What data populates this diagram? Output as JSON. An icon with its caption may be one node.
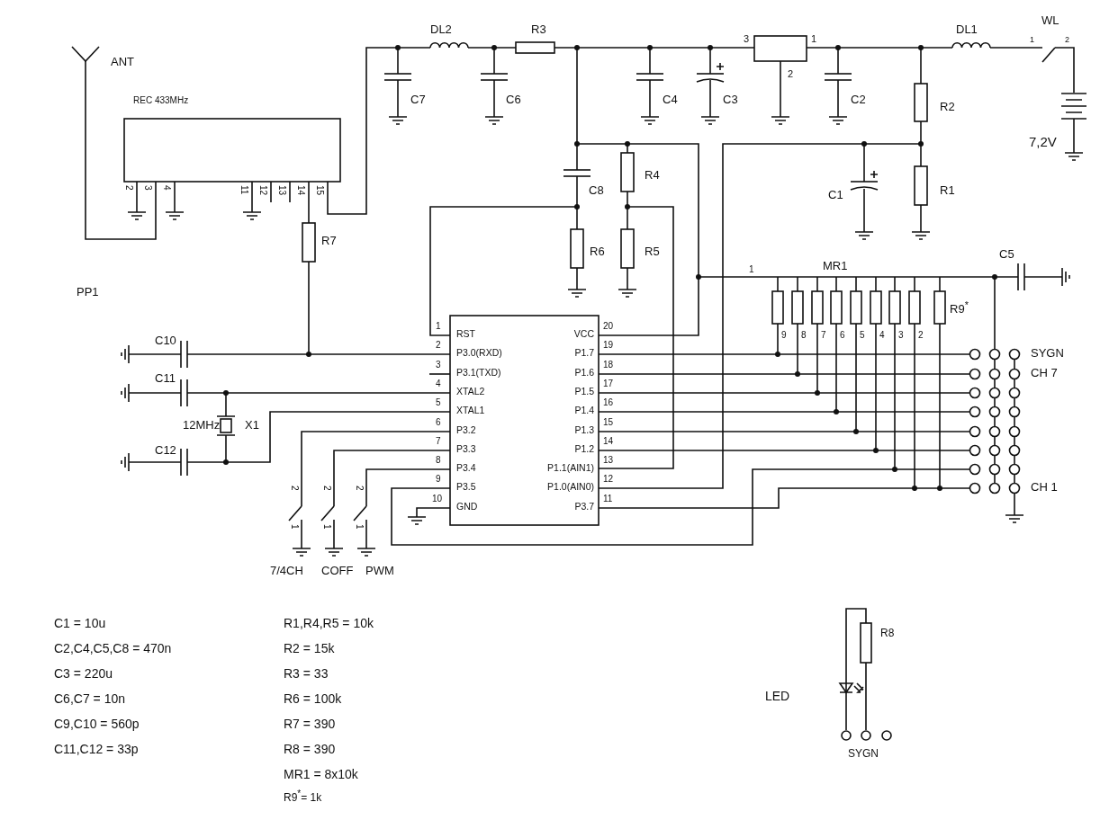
{
  "diagram": {
    "labels": [
      "ANT",
      "DL2",
      "R3",
      "3",
      "1",
      "DL1",
      "WL",
      "1",
      "2",
      "REC 433MHz",
      "C7",
      "C6",
      "C4",
      "C3",
      "2",
      "C2",
      "R2",
      "7,2V",
      "2",
      "3",
      "4",
      "11",
      "12",
      "13",
      "14",
      "15",
      "C8",
      "R4",
      "C1",
      "R1",
      "R7",
      "R6",
      "R5",
      "PP1",
      "1",
      "MR1",
      "C5",
      "R9$^{*}$",
      "1",
      "RST",
      "VCC",
      "20",
      "9",
      "8",
      "7",
      "6",
      "5",
      "4",
      "3",
      "2",
      "C10",
      "2",
      "P3.0(RXD)",
      "P1.7",
      "19",
      "SYGN",
      "3",
      "P3.1(TXD)",
      "P1.6",
      "18",
      "CH 7",
      "C11",
      "4",
      "XTAL2",
      "P1.5",
      "17",
      "5",
      "XTAL1",
      "P1.4",
      "16",
      "12MHz",
      "X1",
      "6",
      "P3.2",
      "P1.3",
      "15",
      "C12",
      "7",
      "P3.3",
      "P1.2",
      "14",
      "8",
      "P3.4",
      "P1.1(AIN1)",
      "13",
      "9",
      "P3.5",
      "P1.0(AIN0)",
      "12",
      "CH 1",
      "10",
      "GND",
      "P3.7",
      "11",
      "2",
      "2",
      "2",
      "1",
      "1",
      "1",
      "7/4CH",
      "COFF",
      "PWM",
      "C1 = 10u",
      "R1,R4,R5 = 10k",
      "C2,C4,C5,C8 = 470n",
      "R2 = 15k",
      "C3 = 220u",
      "R3 = 33",
      "C6,C7 = 10n",
      "R6 = 100k",
      "C9,C10 = 560p",
      "R7 = 390",
      "C11,C12 = 33p",
      "R8 = 390",
      "R8",
      "MR1 = 8x10k",
      "LED",
      "SYGN",
      "R9$^{*}$= 1k"
    ]
  }
}
